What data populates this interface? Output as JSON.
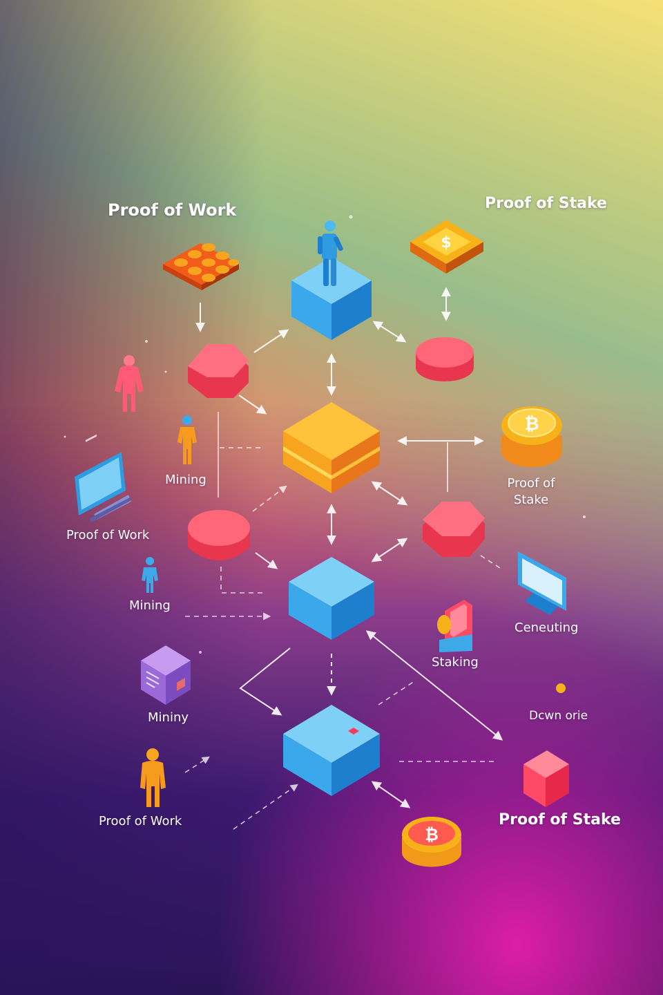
{
  "labels": {
    "pow_title": "Proof of Work",
    "pos_title": "Proof of Stake",
    "mining_1": "Mining",
    "pos_coin_label": "Proof of\nStake",
    "pow_monitor_label": "Proof of Work",
    "mining_2": "Mining",
    "cenceuting": "Ceneuting",
    "staking": "Staking",
    "mining_3": "Mininy",
    "downorie": "Dcwn orie",
    "pow_bottom": "Proof of Work",
    "pos_bottom": "Proof of Stake"
  },
  "icons": {
    "coin_symbol": "₿",
    "dollar_symbol": "$"
  },
  "colors": {
    "cube_blue": "#3aa8ea",
    "cube_orange": "#f7a51e",
    "hex_pink": "#ff5a6e",
    "coin_gold": "#f7b21a",
    "person_orange": "#f79b1f",
    "person_pink": "#ff5a78",
    "person_blue": "#3ea9e8"
  }
}
